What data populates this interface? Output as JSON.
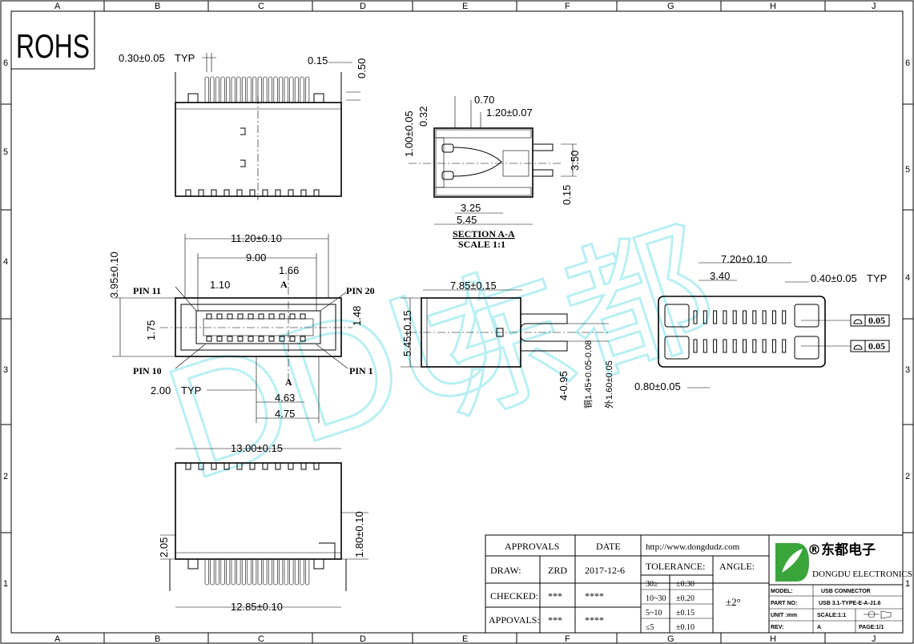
{
  "badge": "ROHS",
  "grid": {
    "cols": [
      "A",
      "B",
      "C",
      "D",
      "E",
      "F",
      "G",
      "H",
      "J"
    ],
    "rows": [
      "6",
      "5",
      "4",
      "3",
      "2",
      "1"
    ]
  },
  "watermark": {
    "latin": "DDU",
    "cjk": "东都"
  },
  "top_view": {
    "pitch": "0.30±0.05",
    "pitch_typ": "TYP",
    "lead": "0.15",
    "lead_h": "0.50"
  },
  "section": {
    "d_070": "0.70",
    "d_120": "1.20±0.07",
    "d_100": "1.00±0.05",
    "d_032": "0.32",
    "d_350": "3.50",
    "d_015": "0.15",
    "d_325": "3.25",
    "d_545": "5.45",
    "title": "SECTION A-A",
    "scale": "SCALE 1:1"
  },
  "front_view": {
    "w_total": "11.20±0.10",
    "w_inner": "9.00",
    "d_166": "1.66",
    "d_110": "1.10",
    "h_total": "3.95±0.10",
    "h_175": "1.75",
    "h_148": "1.48",
    "pin11": "PIN 11",
    "pin20": "PIN 20",
    "pin10": "PIN 10",
    "pin1": "PIN 1",
    "sec_a": "A",
    "d_200": "2.00",
    "d_200_typ": "TYP",
    "d_463": "4.63",
    "d_475": "4.75"
  },
  "side_view": {
    "len": "7.85±0.15",
    "height": "5.45±0.15",
    "d_495": "4-0.95",
    "d_145": "铜1.45+0.05-0.08",
    "d_160": "外1.60±0.05"
  },
  "footprint": {
    "w": "7.20±0.10",
    "d_340": "3.40",
    "pad": "0.40±0.05",
    "pad_typ": "TYP",
    "d_080": "0.80±0.05",
    "flat1": "0.05",
    "flat2": "0.05"
  },
  "bottom_view": {
    "w_top": "13.00±0.15",
    "w_bot": "12.85±0.10",
    "h_205": "2.05",
    "h_180": "1.80±0.10"
  },
  "title_block": {
    "approvals_h": "APPROVALS",
    "date_h": "DATE",
    "url": "http://www.dongdudz.com",
    "draw": "DRAW:",
    "draw_name": "ZRD",
    "draw_date": "2017-12-6",
    "checked": "CHECKED:",
    "checked_name": "***",
    "checked_date": "****",
    "appvals": "APPOVALS:",
    "appvals_name": "***",
    "appvals_date": "****",
    "tolerance": "TOLERANCE:",
    "angle": "ANGLE:",
    "angle_val": "±2°",
    "tol_rows": [
      {
        "range": "30≥",
        "val": "±0.30"
      },
      {
        "range": "10~30",
        "val": "±0.20"
      },
      {
        "range": "5~10",
        "val": "±0.15"
      },
      {
        "range": "≤5",
        "val": "±0.10"
      }
    ],
    "company_cn": "®东都电子",
    "company_en": "DONGDU ELECTRONICS",
    "model_l": "MODEL:",
    "model_v": "USB CONNECTOR",
    "part_l": "PART NO:",
    "part_v": "USB 3.1-TYPE-E-A-J1.6",
    "unit_l": "UNIT :mm",
    "scale_v": "SCALE:1:1",
    "rev_l": "REV:",
    "rev_v": "A",
    "page_v": "PAGE:1/1"
  },
  "colors": {
    "watermark": "#7fe3ea",
    "logo": "#3aa53a",
    "line": "#000000"
  }
}
